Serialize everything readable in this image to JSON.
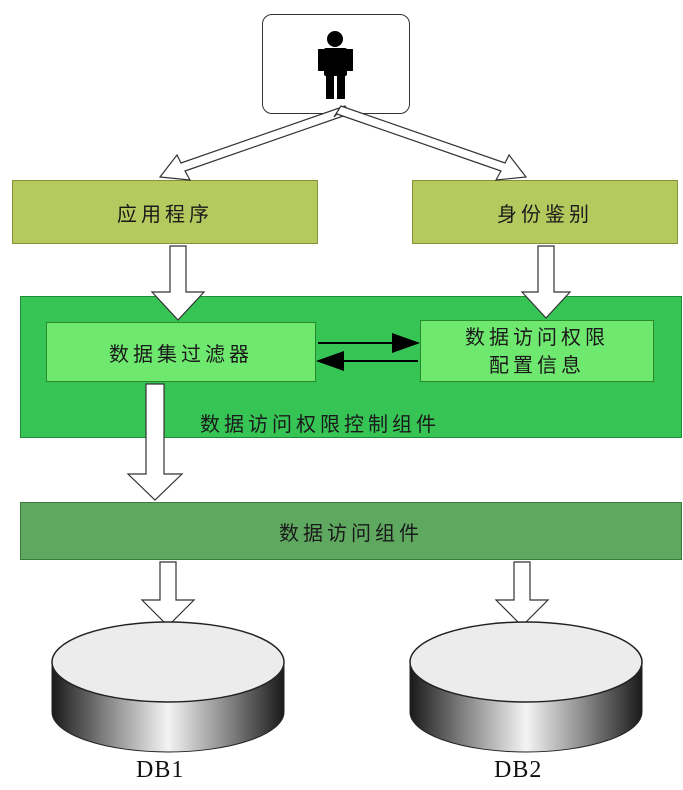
{
  "nodes": {
    "app": "应用程序",
    "auth": "身份鉴别",
    "filter": "数据集过滤器",
    "perm_config_line1": "数据访问权限",
    "perm_config_line2": "配置信息",
    "access_control": "数据访问权限控制组件",
    "data_access": "数据访问组件",
    "db1": "DB1",
    "db2": "DB2"
  },
  "icons": {
    "user": "person-icon",
    "database": "cylinder-icon"
  },
  "colors": {
    "olive": "#b5c95e",
    "bright_green": "#6ee86e",
    "control_green": "#36c455",
    "access_green": "#5fa860"
  }
}
